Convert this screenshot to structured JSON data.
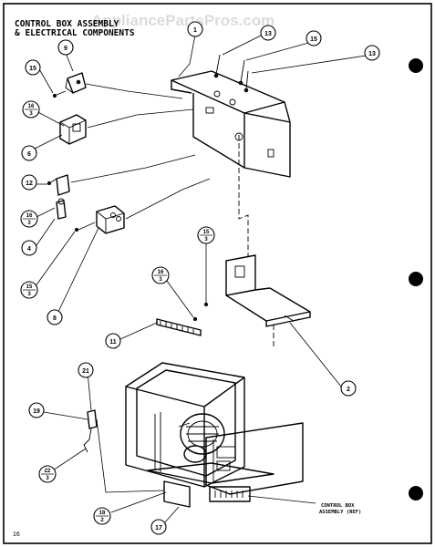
{
  "header": {
    "title_line1": "CONTROL BOX ASSEMBLY",
    "title_line2": "& ELECTRICAL COMPONENTS",
    "watermark": "AppliancePartsPros.com"
  },
  "callouts": {
    "c1": "1",
    "c13a": "13",
    "c15a": "15",
    "c13b": "13",
    "c9": "9",
    "c15b": "15",
    "c6": "6",
    "c12": "12",
    "c4": "4",
    "c8": "8",
    "c11": "11",
    "c2": "2",
    "c21": "21",
    "c19": "19",
    "c17": "17"
  },
  "fraction_callouts": {
    "f16a": {
      "num": "16",
      "den": "3"
    },
    "f16b": {
      "num": "16",
      "den": "3"
    },
    "f15a": {
      "num": "15",
      "den": "3"
    },
    "f15b": {
      "num": "15",
      "den": "3"
    },
    "f16c": {
      "num": "16",
      "den": "3"
    },
    "f22": {
      "num": "22",
      "den": "3"
    },
    "f18": {
      "num": "18",
      "den": "2"
    }
  },
  "notes": {
    "control_box_line1": "CONTROL BOX",
    "control_box_line2": "ASSEMBLY (REF)"
  },
  "footer": {
    "page_number": "16"
  }
}
